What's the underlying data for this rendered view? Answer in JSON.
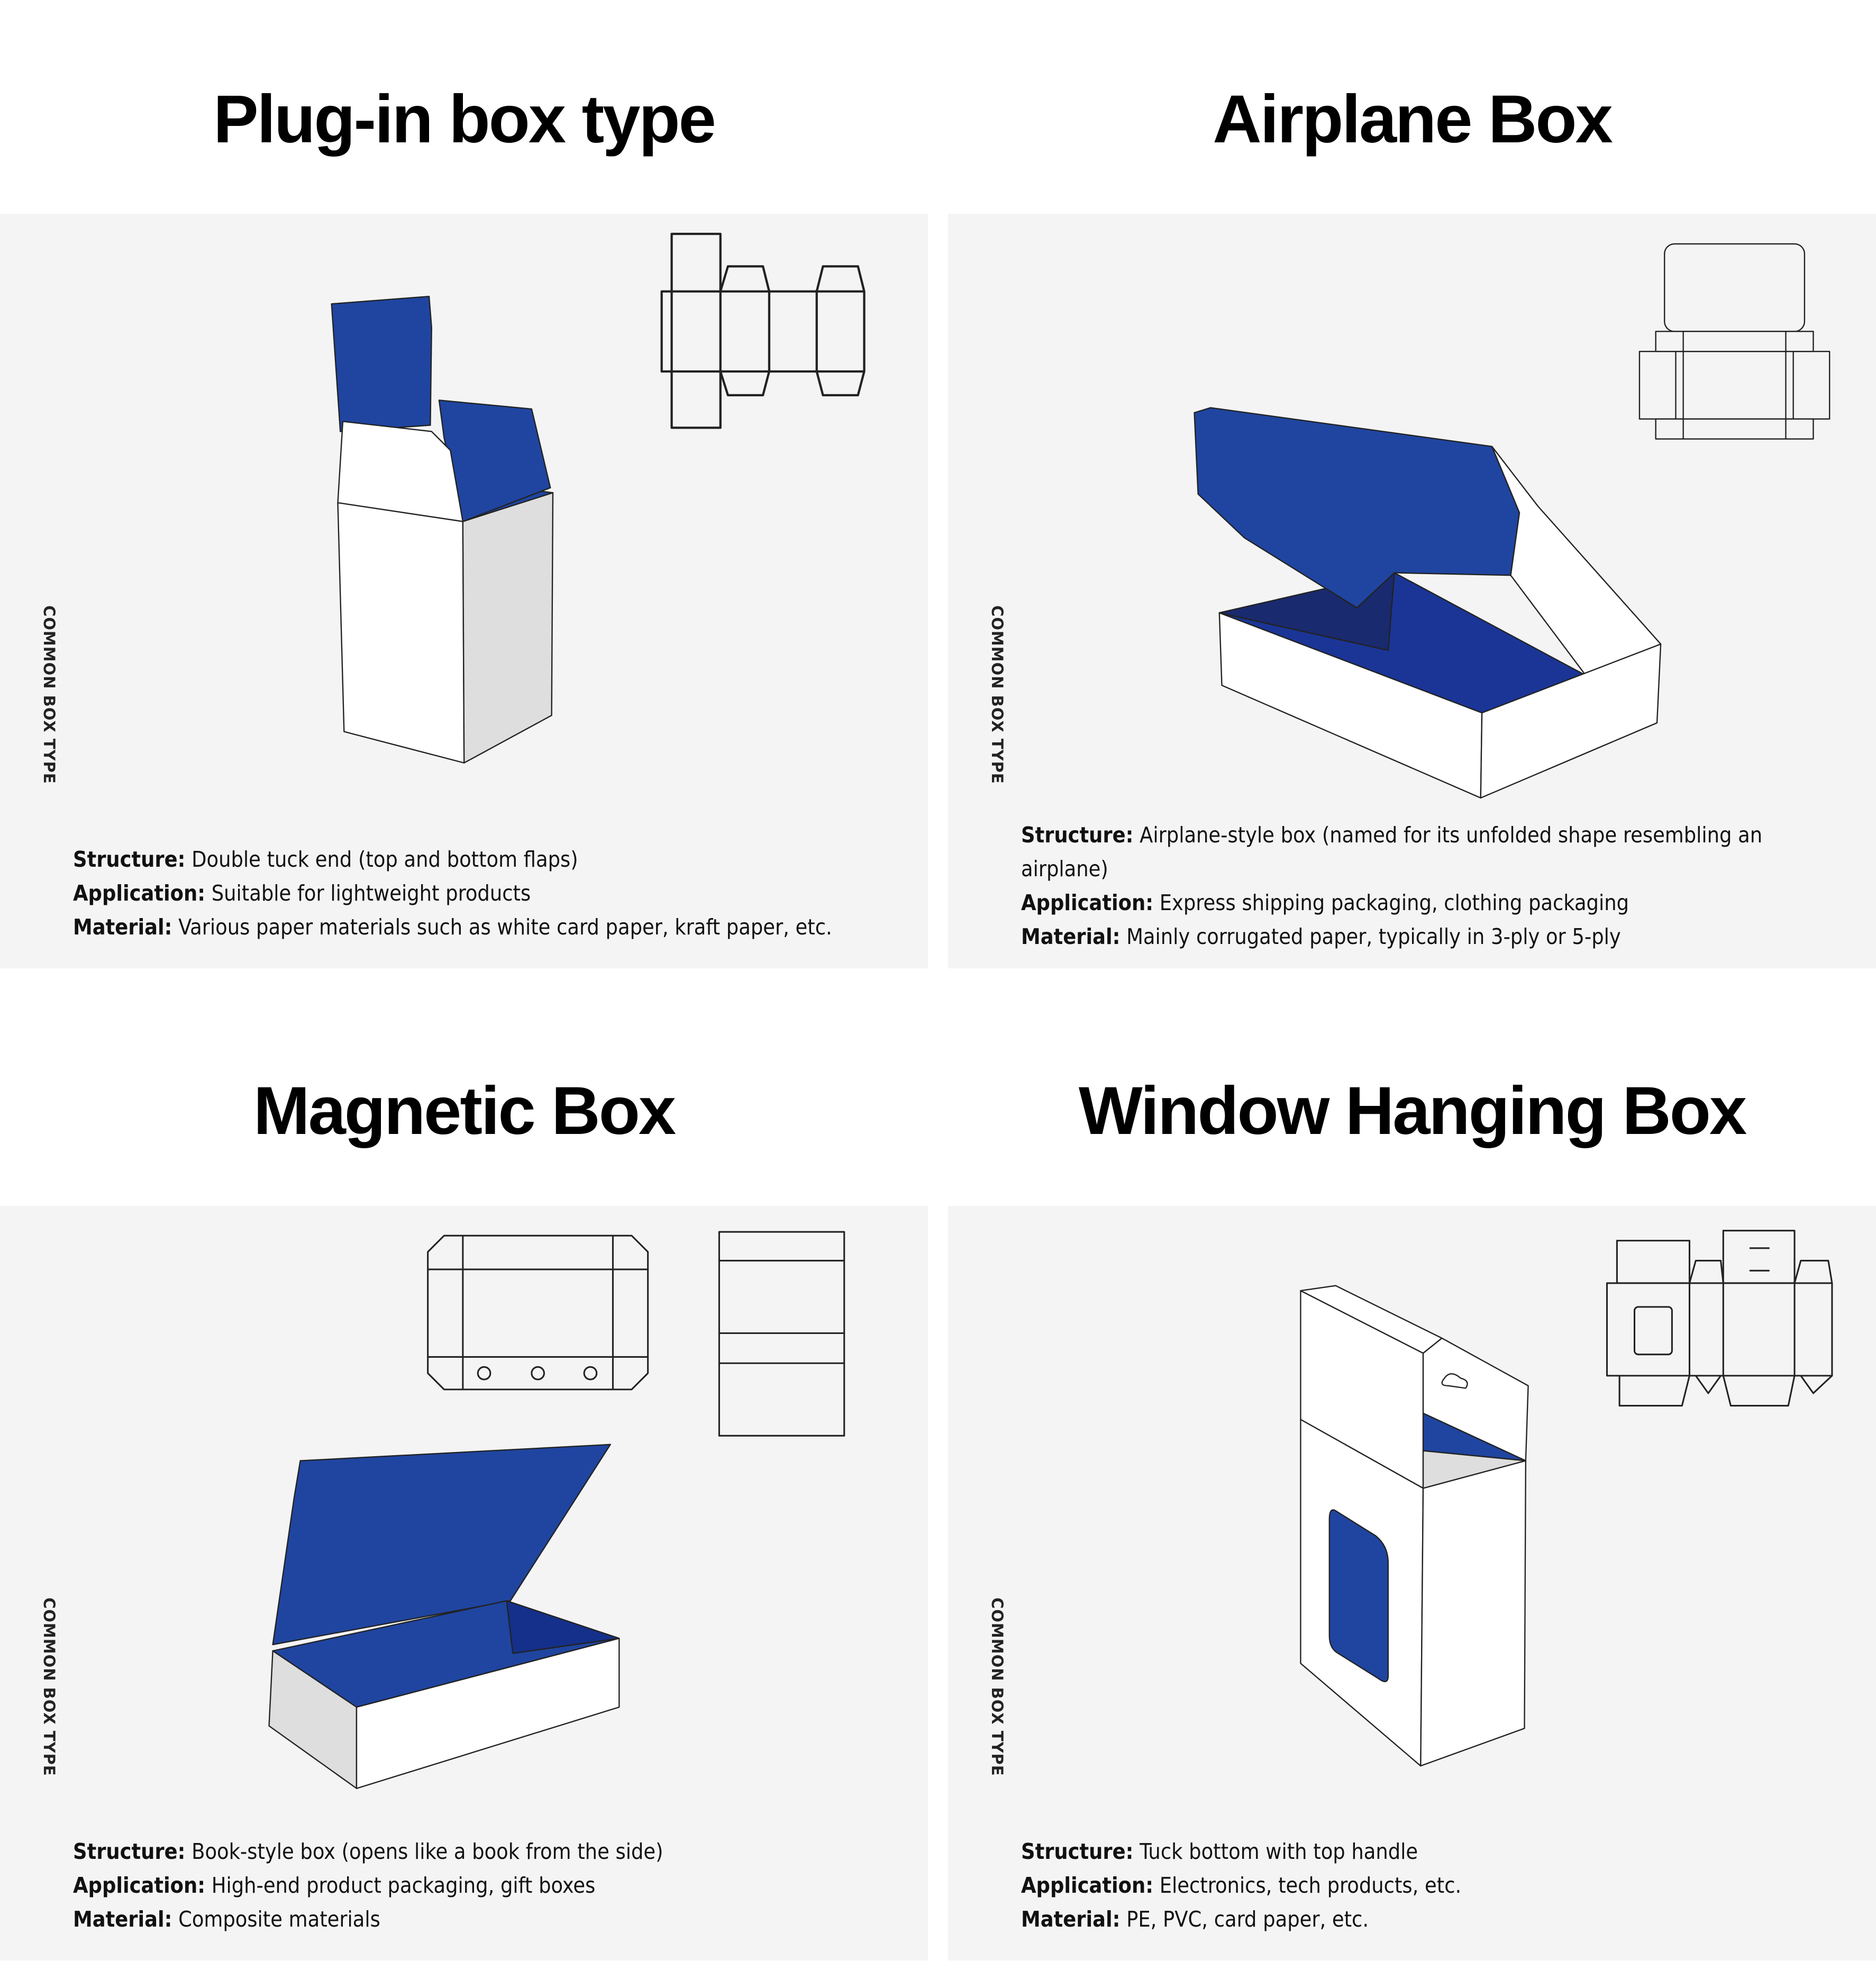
{
  "vertical_label": "COMMON BOX TYPE",
  "colors": {
    "blue": "#1f45a0",
    "dark_blue": "#15308a",
    "panel_bg": "#f4f4f4"
  },
  "boxes": [
    {
      "title": "Plug-in box type",
      "structure_label": "Structure:",
      "structure": "Double tuck end (top and bottom flaps)",
      "application_label": "Application:",
      "application": "Suitable for lightweight products",
      "material_label": "Material:",
      "material": "Various paper materials such as white card paper, kraft paper, etc."
    },
    {
      "title": "Airplane Box",
      "structure_label": "Structure:",
      "structure": "Airplane-style box (named for its unfolded shape resembling an airplane)",
      "application_label": "Application:",
      "application": "Express shipping packaging, clothing packaging",
      "material_label": "Material:",
      "material": "Mainly corrugated paper, typically in 3-ply or 5-ply"
    },
    {
      "title": "Magnetic Box",
      "structure_label": "Structure:",
      "structure": "Book-style box (opens like a book from the side)",
      "application_label": "Application:",
      "application": "High-end product packaging, gift boxes",
      "material_label": "Material:",
      "material": "Composite materials"
    },
    {
      "title": "Window Hanging Box",
      "structure_label": "Structure:",
      "structure": "Tuck bottom with top handle",
      "application_label": "Application:",
      "application": "Electronics, tech products, etc.",
      "material_label": "Material:",
      "material": "PE, PVC, card paper, etc."
    }
  ]
}
